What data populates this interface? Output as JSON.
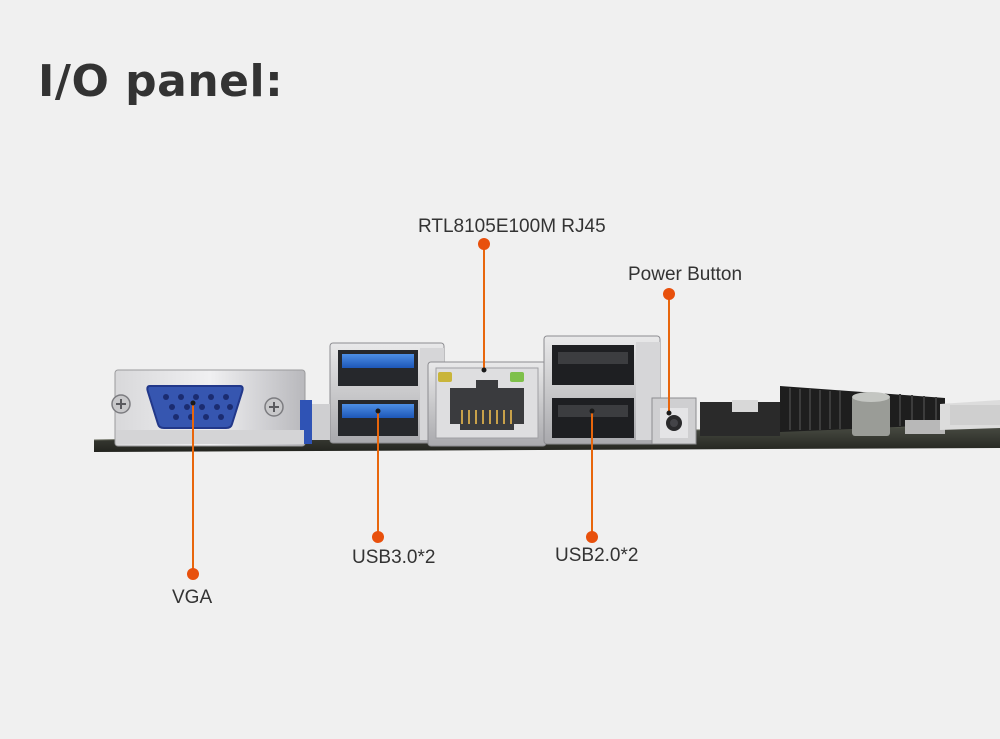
{
  "title": "I/O panel:",
  "callouts": {
    "rj45": "RTL8105E100M RJ45",
    "power": "Power Button",
    "usb3": "USB3.0*2",
    "usb2": "USB2.0*2",
    "vga": "VGA"
  },
  "colors": {
    "background": "#f0f0f0",
    "callout_line": "#e8660c",
    "callout_dot": "#e8500c",
    "text": "#333333",
    "vga_blue": "#3656b0",
    "usb3_blue": "#2a6fd0"
  }
}
